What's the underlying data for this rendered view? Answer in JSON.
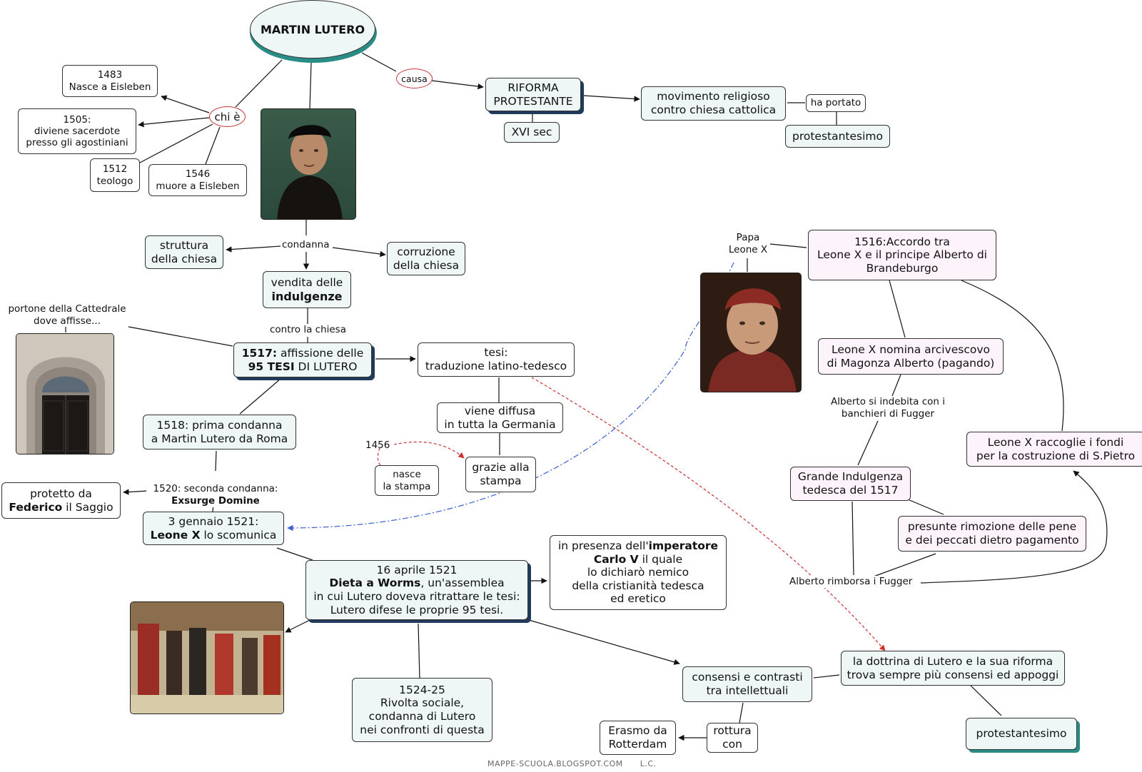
{
  "title": "MARTIN LUTERO",
  "causa_label": "causa",
  "chi_e_label": "chi è",
  "bio": {
    "b1483": "1483\nNasce a Eisleben",
    "b1505": "1505:\ndiviene sacerdote\npresso gli agostiniani",
    "b1512": "1512\nteologo",
    "b1546": "1546\nmuore a Eisleben"
  },
  "riforma": {
    "main": "RIFORMA\nPROTESTANTE",
    "secolo": "XVI sec",
    "movimento": "movimento religioso\ncontro chiesa cattolica",
    "ha_portato": "ha portato",
    "protestantesimo": "protestantesimo"
  },
  "condanna": {
    "label": "condanna",
    "struttura": "struttura\ndella chiesa",
    "corruzione": "corruzione\ndella chiesa",
    "vendita_a": "vendita delle",
    "vendita_b": "indulgenze"
  },
  "portone": "portone della Cattedrale\ndove affisse...",
  "contro_chiesa": "contro la chiesa",
  "tesi95": {
    "y": "1517:",
    "a": " affissione delle",
    "b1": "95 TESI",
    "b2": " DI LUTERO"
  },
  "traduzione": "tesi:\ntraduzione latino-tedesco",
  "diffusa": "viene diffusa\nin tutta la Germania",
  "stampa": {
    "year": "1456",
    "nasce": "nasce\nla stampa",
    "grazie": "grazie alla\nstampa"
  },
  "c1518": "1518: prima condanna\na Martin Lutero da Roma",
  "c1520": {
    "a": "1520: seconda condanna:",
    "b": "Exsurge Domine"
  },
  "federico": {
    "a": "protetto da",
    "b": "Federico",
    "c": " il Saggio"
  },
  "scomunica": {
    "a": "3 gennaio 1521:",
    "b": "Leone X",
    "c": " lo scomunica"
  },
  "worms": {
    "l1": "16 aprile 1521",
    "l2b": "Dieta a Worms",
    "l2": ", un'assemblea",
    "l3": "in cui Lutero doveva ritrattare le tesi:",
    "l4": "Lutero difese le proprie 95 tesi."
  },
  "carlo": {
    "a": "in presenza dell'",
    "b": "imperatore",
    "c": "Carlo V",
    "d": " il quale",
    "e": "lo dichiarò nemico\ndella cristianità tedesca\ned eretico"
  },
  "rivolta": "1524-25\nRivolta sociale,\ncondanna di Lutero\nnei confronti di questa",
  "consensi": "consensi e contrasti\ntra intellettuali",
  "rottura": "rottura\ncon",
  "erasmo": "Erasmo da\nRotterdam",
  "dottrina": "la dottrina di Lutero e la sua riforma\ntrova sempre più consensi ed appoggi",
  "protestantesimo2": "protestantesimo",
  "papa": "Papa\nLeone X",
  "accordo": "1516:Accordo tra\nLeone X e il principe Alberto di\nBrandeburgo",
  "nomina": "Leone X nomina arcivescovo\ndi Magonza Alberto (pagando)",
  "indebita": "Alberto si indebita con i\nbanchieri di Fugger",
  "grande": "Grande Indulgenza\ntedesca del 1517",
  "raccoglie": "Leone X raccoglie i fondi\nper la costruzione di S.Pietro",
  "rimozione": "presunte rimozione delle pene\ne dei peccati dietro pagamento",
  "rimborsa": "Alberto rimborsa i Fugger",
  "footer": "MAPPE-SCUOLA.BLOGSPOT.COM      L.C.",
  "colors": {
    "teal_shadow": "#2a8c86",
    "navy_shadow": "#203a5c",
    "red_dash": "#d03030",
    "blue_dash": "#3a5fd0"
  }
}
